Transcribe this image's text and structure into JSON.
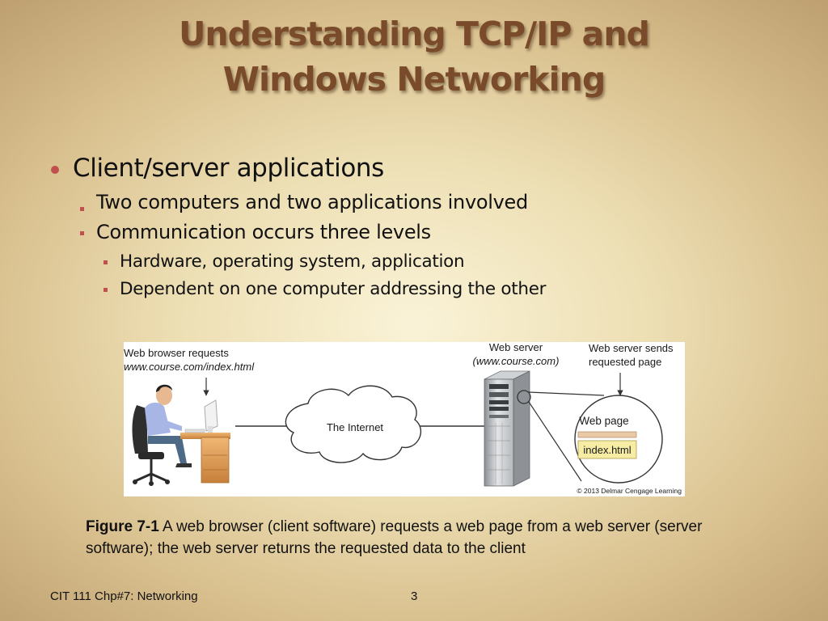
{
  "slide": {
    "title_line1": "Understanding TCP/IP and",
    "title_line2": "Windows Networking"
  },
  "bullets": {
    "level1": "Client/server applications",
    "level2": [
      "Two computers and two applications involved",
      "Communication occurs three levels"
    ],
    "level3": [
      "Hardware, operating system, application",
      "Dependent on one computer addressing the other"
    ]
  },
  "figure": {
    "browser_request_line1": "Web browser requests",
    "browser_request_line2": "www.course.com/index.html",
    "internet_label": "The Internet",
    "server_label_line1": "Web server",
    "server_label_line2": "(www.course.com)",
    "server_sends_line1": "Web server sends",
    "server_sends_line2": "requested page",
    "webpage_label": "Web page",
    "file_label": "index.html",
    "copyright": "© 2013 Delmar Cengage Learning"
  },
  "caption": {
    "figure_id": "Figure 7-1",
    "text": " A web browser (client software) requests a web page from a web server (server software); the web server returns the requested data to the client"
  },
  "footer": {
    "course": "CIT 111 Chp#7: Networking",
    "page_number": "3"
  },
  "colors": {
    "title": "#7a4b2b",
    "bullet_marker": "#c0504d",
    "file_highlight": "#f6eca4"
  }
}
